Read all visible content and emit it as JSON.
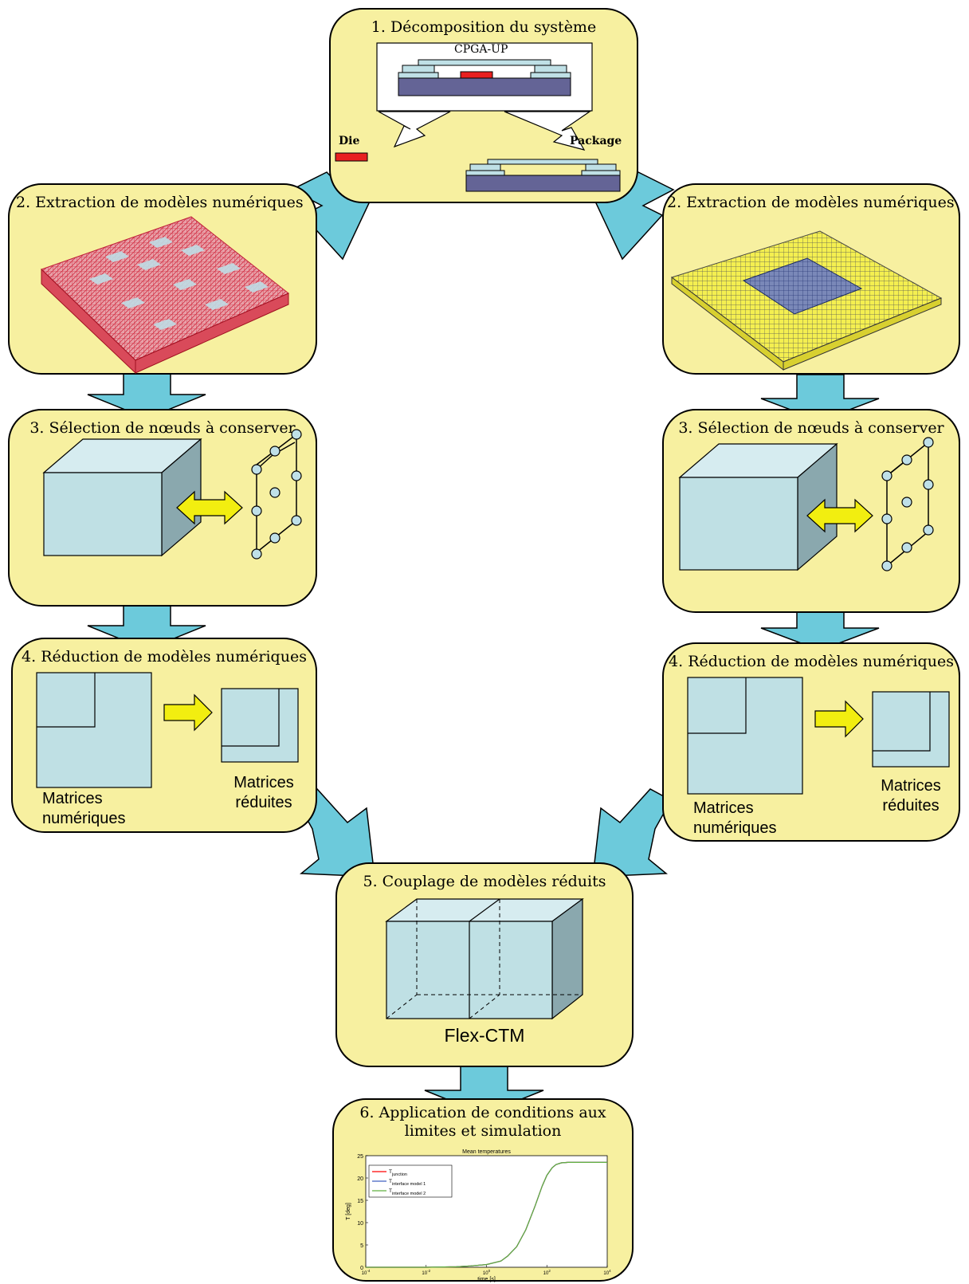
{
  "step1": {
    "title": "1. Décomposition du système",
    "cpga_label": "CPGA-UP",
    "die_label": "Die",
    "package_label": "Package"
  },
  "step2_left": {
    "title": "2. Extraction de modèles numériques"
  },
  "step2_right": {
    "title": "2. Extraction de modèles numériques"
  },
  "step3_left": {
    "title": "3. Sélection de nœuds à conserver"
  },
  "step3_right": {
    "title": "3. Sélection de nœuds à conserver"
  },
  "step4_left": {
    "title": "4. Réduction de modèles numériques",
    "numeric_label": "Matrices numériques",
    "reduced_label": "Matrices réduites"
  },
  "step4_right": {
    "title": "4. Réduction de modèles numériques",
    "numeric_label": "Matrices numériques",
    "reduced_label": "Matrices réduites"
  },
  "step5": {
    "title": "5. Couplage de modèles réduits",
    "caption": "Flex-CTM"
  },
  "step6": {
    "title": "6. Application de conditions aux limites et simulation"
  },
  "chart_data": {
    "type": "line",
    "title": "Mean temperatures",
    "xlabel": "time [s]",
    "ylabel": "T [deg]",
    "xscale": "log",
    "xlim": [
      0.0001,
      10000
    ],
    "ylim": [
      0,
      25
    ],
    "yticks": [
      0,
      5,
      10,
      15,
      20,
      25
    ],
    "xticks": [
      0.0001,
      0.01,
      1,
      100,
      10000
    ],
    "legend_position": "top-left",
    "series": [
      {
        "name": "T junction",
        "color": "#ff0000",
        "x": [
          0.0001,
          0.001,
          0.01,
          0.1,
          0.3,
          1,
          3,
          5,
          10,
          20,
          40,
          70,
          100,
          150,
          200,
          300,
          500,
          1000,
          3000,
          10000
        ],
        "y": [
          0,
          0,
          0,
          0.1,
          0.3,
          0.6,
          1.4,
          2.5,
          4.6,
          8.4,
          13.6,
          18.2,
          20.6,
          22.3,
          23.0,
          23.4,
          23.5,
          23.5,
          23.5,
          23.5
        ]
      },
      {
        "name": "T interface model 1",
        "color": "#4060c0",
        "x": [
          0.0001,
          0.001,
          0.01,
          0.1,
          0.3,
          1,
          3,
          5,
          10,
          20,
          40,
          70,
          100,
          150,
          200,
          300,
          500,
          1000,
          3000,
          10000
        ],
        "y": [
          0,
          0,
          0,
          0.1,
          0.3,
          0.6,
          1.4,
          2.5,
          4.6,
          8.4,
          13.6,
          18.2,
          20.6,
          22.3,
          23.0,
          23.4,
          23.5,
          23.5,
          23.5,
          23.5
        ]
      },
      {
        "name": "T interface model 2",
        "color": "#60b040",
        "x": [
          0.0001,
          0.001,
          0.01,
          0.1,
          0.3,
          1,
          3,
          5,
          10,
          20,
          40,
          70,
          100,
          150,
          200,
          300,
          500,
          1000,
          3000,
          10000
        ],
        "y": [
          0,
          0,
          0,
          0.1,
          0.3,
          0.6,
          1.4,
          2.5,
          4.6,
          8.4,
          13.6,
          18.2,
          20.6,
          22.3,
          23.0,
          23.4,
          23.5,
          23.5,
          23.5,
          23.5
        ]
      }
    ]
  }
}
